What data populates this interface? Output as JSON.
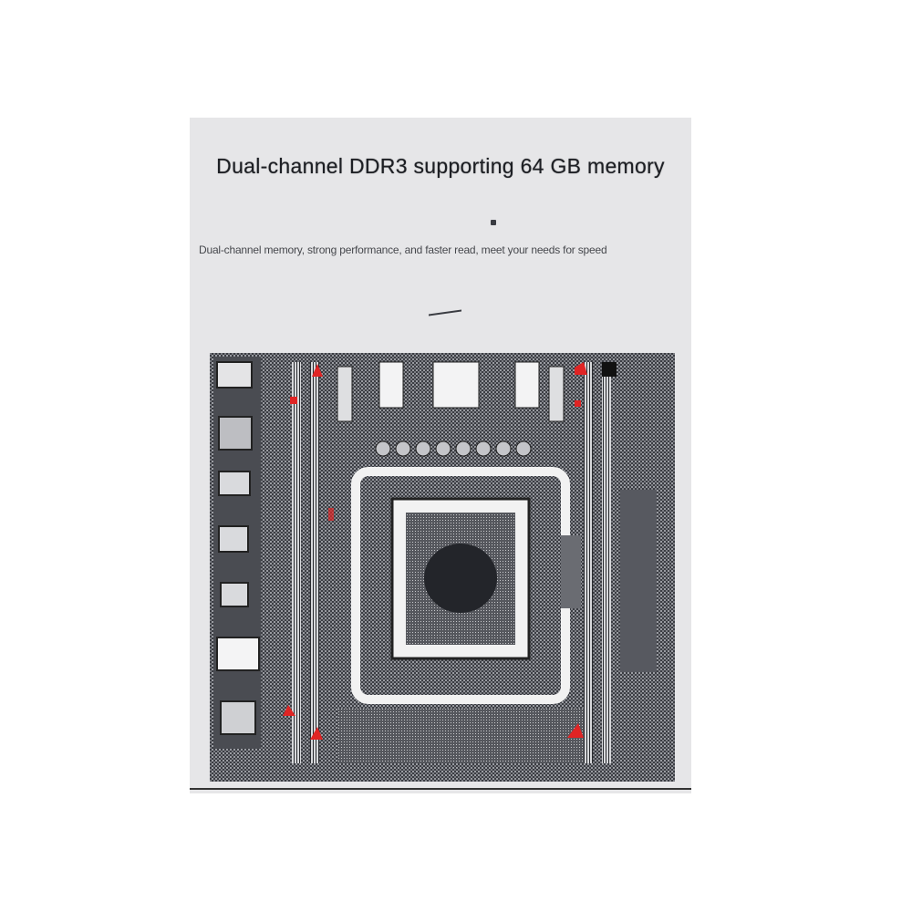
{
  "panel": {
    "headline": "Dual-channel DDR3 supporting 64 GB memory",
    "subline": "Dual-channel memory, strong performance, and faster read, meet your needs for speed",
    "background": "#e6e6e8"
  },
  "board": {
    "name": "motherboard-image",
    "pcb_color": "#2e3035",
    "accent_color": "#e02424",
    "socket_color": "#f2f2f2"
  }
}
